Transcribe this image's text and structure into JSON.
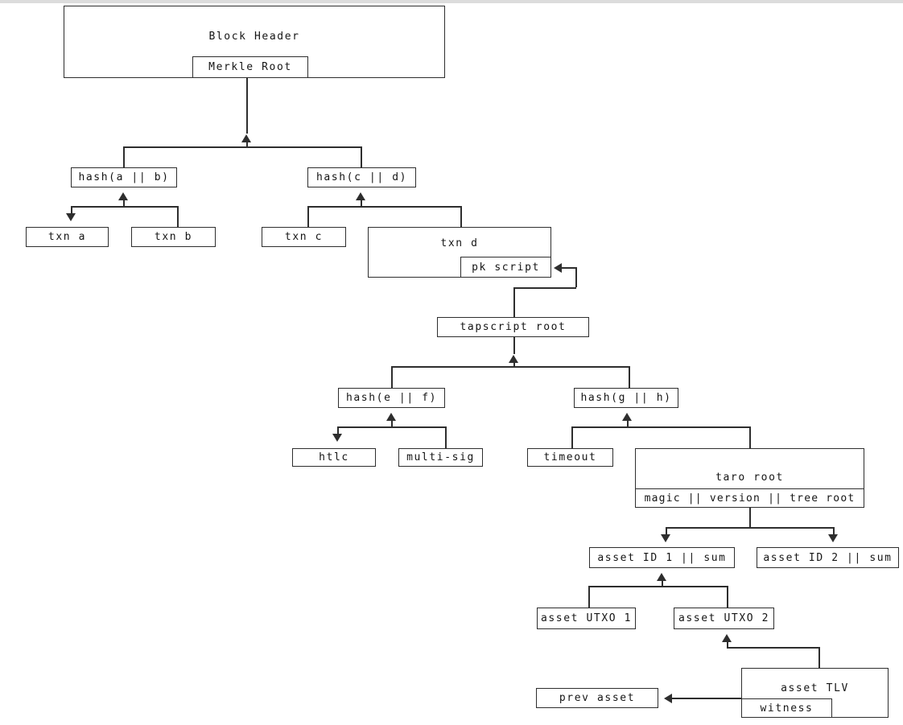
{
  "diagram": {
    "description": "Merkle tree diagram linking a Bitcoin block header through a taproot output to a Taro asset tree",
    "nodes": {
      "block_header": "Block Header",
      "merkle_root": "Merkle Root",
      "hash_ab": "hash(a || b)",
      "hash_cd": "hash(c || d)",
      "txn_a": "txn a",
      "txn_b": "txn b",
      "txn_c": "txn c",
      "txn_d": "txn d",
      "pk_script": "pk script",
      "tapscript_root": "tapscript root",
      "hash_ef": "hash(e || f)",
      "hash_gh": "hash(g || h)",
      "htlc": "htlc",
      "multi_sig": "multi-sig",
      "timeout": "timeout",
      "taro_root": "taro root",
      "taro_root_fields": "magic || version || tree root",
      "asset_id_1": "asset ID 1 || sum",
      "asset_id_2": "asset ID 2 || sum",
      "asset_utxo_1": "asset UTXO 1",
      "asset_utxo_2": "asset UTXO 2",
      "asset_tlv": "asset TLV",
      "witness": "witness",
      "prev_asset": "prev asset"
    },
    "colors": {
      "line": "#2e2e2e",
      "background": "#ffffff",
      "top_strip": "#dcdcdc"
    }
  }
}
